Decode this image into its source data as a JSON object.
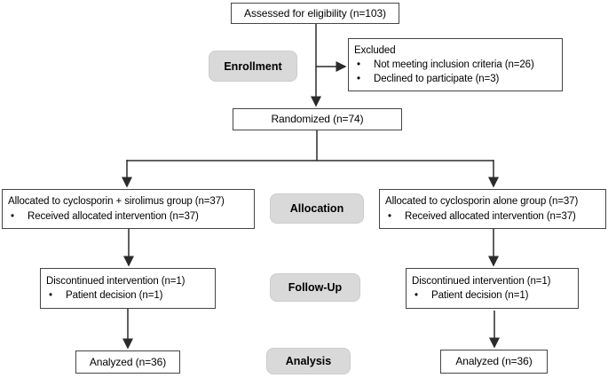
{
  "diagram": {
    "type": "consort-flow-diagram",
    "bullet_glyph": "•",
    "stages": {
      "enrollment": "Enrollment",
      "allocation": "Allocation",
      "follow_up": "Follow-Up",
      "analysis": "Analysis"
    },
    "boxes": {
      "eligibility": {
        "text": "Assessed for eligibility (n=103)"
      },
      "excluded": {
        "title": "Excluded",
        "bullets": [
          "Not meeting inclusion criteria (n=26)",
          "Declined to participate (n=3)"
        ]
      },
      "randomized": {
        "text": "Randomized (n=74)"
      },
      "allocated_left": {
        "title": "Allocated to cyclosporin + sirolimus group (n=37)",
        "bullets": [
          "Received allocated intervention (n=37)"
        ]
      },
      "allocated_right": {
        "title": "Allocated to cyclosporin alone group (n=37)",
        "bullets": [
          "Received allocated intervention (n=37)"
        ]
      },
      "followup_left": {
        "title": "Discontinued intervention (n=1)",
        "bullets": [
          "Patient decision (n=1)"
        ]
      },
      "followup_right": {
        "title": "Discontinued intervention (n=1)",
        "bullets": [
          "Patient decision (n=1)"
        ]
      },
      "analyzed_left": {
        "text": "Analyzed (n=36)"
      },
      "analyzed_right": {
        "text": "Analyzed (n=36)"
      }
    },
    "colors": {
      "box_bg": "#ffffff",
      "box_border": "#454545",
      "stage_label_bg": "#d9d9d9",
      "line": "#2b2b2b",
      "text": "#000000"
    }
  }
}
